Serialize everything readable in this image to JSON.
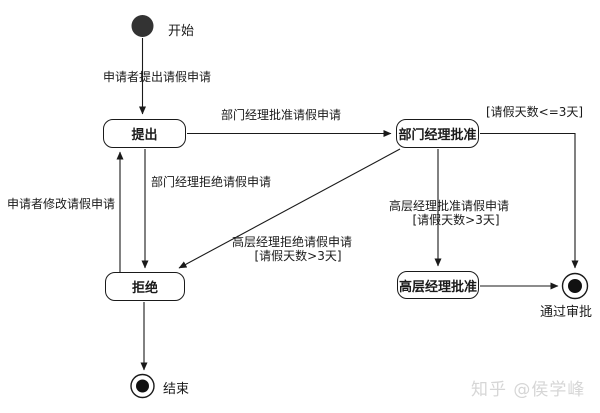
{
  "diagram": {
    "nodes": {
      "start": {
        "label": "开始"
      },
      "submitted": {
        "label": "提出"
      },
      "dept_approved": {
        "label": "部门经理批准"
      },
      "senior_approved": {
        "label": "高层经理批准"
      },
      "rejected": {
        "label": "拒绝"
      },
      "end": {
        "label": "结束"
      },
      "passed": {
        "label": "通过审批"
      }
    },
    "edges": {
      "apply": {
        "label": "申请者提出请假申请"
      },
      "dept_approve": {
        "label": "部门经理批准请假申请"
      },
      "guard_le3": {
        "label": "[请假天数<=3天]"
      },
      "dept_reject": {
        "label": "部门经理拒绝请假申请"
      },
      "modify": {
        "label": "申请者修改请假申请"
      },
      "senior_approve": {
        "label": "高层经理批准请假申请",
        "guard": "[请假天数>3天]"
      },
      "senior_reject": {
        "label": "高层经理拒绝请假申请",
        "guard": "[请假天数>3天]"
      }
    },
    "watermark": "知乎 @侯学峰",
    "colors": {
      "line": "#1a1a1a",
      "state_fill": "#ffffff",
      "start_node_fill": "#333333",
      "final_node_fill": "#111111",
      "watermark": "#d6d6d6"
    }
  }
}
